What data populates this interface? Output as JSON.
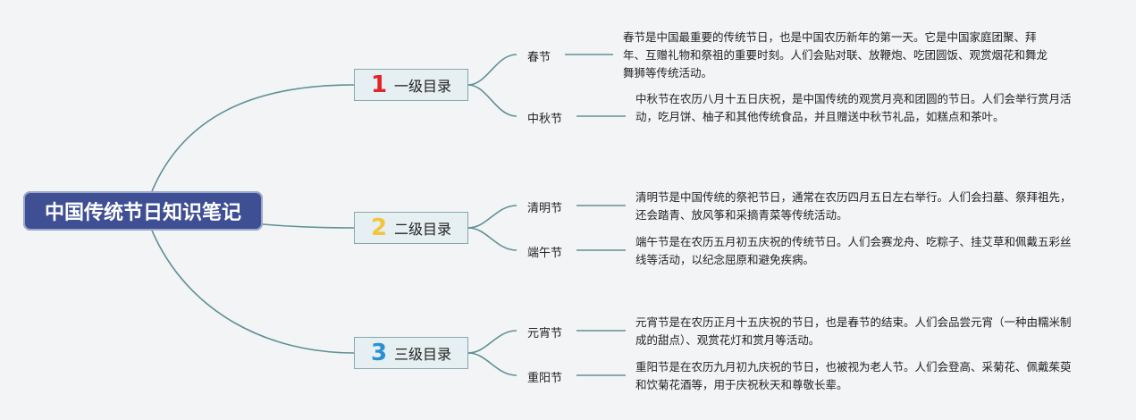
{
  "root": {
    "title": "中国传统节日知识笔记"
  },
  "colors": {
    "root_bg": "#3f4f93",
    "line": "#5f9196",
    "num1": "#e0262b",
    "num2": "#f2c53d",
    "num3": "#2b8fd4"
  },
  "branches": [
    {
      "number": "1",
      "label": "一级目录",
      "leaves": [
        {
          "label": "春节",
          "desc": "春节是中国最重要的传统节日，也是中国农历新年的第一天。它是中国家庭团聚、拜年、互赠礼物和祭祖的重要时刻。人们会贴对联、放鞭炮、吃团圆饭、观赏烟花和舞龙舞狮等传统活动。"
        },
        {
          "label": "中秋节",
          "desc": "中秋节在农历八月十五日庆祝，是中国传统的观赏月亮和团圆的节日。人们会举行赏月活动，吃月饼、柚子和其他传统食品，并且赠送中秋节礼品，如糕点和茶叶。"
        }
      ]
    },
    {
      "number": "2",
      "label": "二级目录",
      "leaves": [
        {
          "label": "清明节",
          "desc": "清明节是中国传统的祭祀节日，通常在农历四月五日左右举行。人们会扫墓、祭拜祖先，还会踏青、放风筝和采摘青菜等传统活动。"
        },
        {
          "label": "端午节",
          "desc": "端午节是在农历五月初五庆祝的传统节日。人们会赛龙舟、吃粽子、挂艾草和佩戴五彩丝线等活动，以纪念屈原和避免疾病。"
        }
      ]
    },
    {
      "number": "3",
      "label": "三级目录",
      "leaves": [
        {
          "label": "元宵节",
          "desc": "元宵节是在农历正月十五庆祝的节日，也是春节的结束。人们会品尝元宵（一种由糯米制成的甜点）、观赏花灯和赏月等活动。"
        },
        {
          "label": "重阳节",
          "desc": "重阳节是在农历九月初九庆祝的节日，也被视为老人节。人们会登高、采菊花、佩戴茱萸和饮菊花酒等，用于庆祝秋天和尊敬长辈。"
        }
      ]
    }
  ]
}
